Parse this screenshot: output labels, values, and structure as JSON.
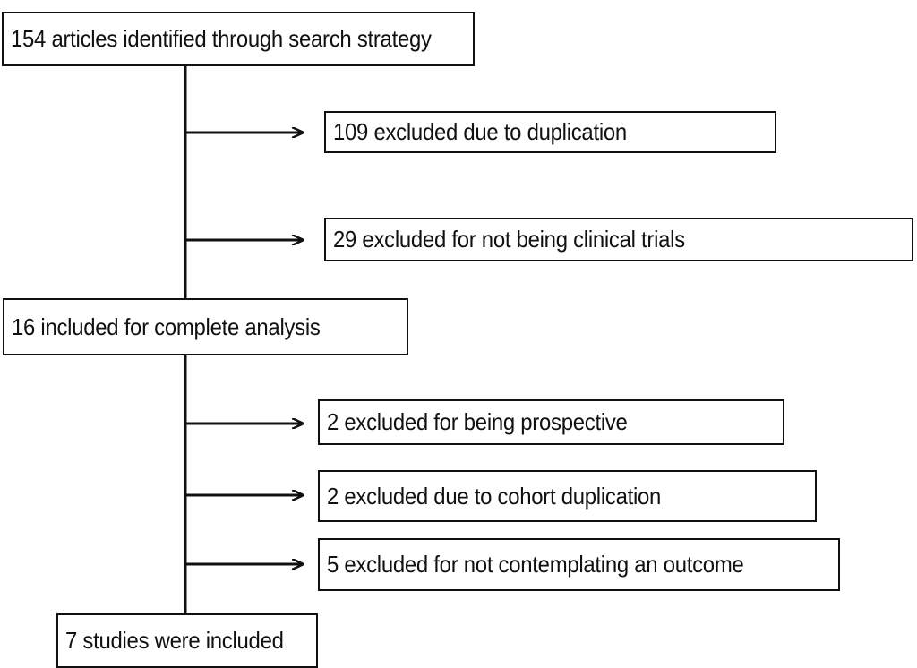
{
  "flowchart": {
    "identified": "154 articles identified through search strategy",
    "excluded_duplication": "109 excluded due to duplication",
    "excluded_not_clinical": "29 excluded for not being clinical trials",
    "included_complete": "16 included for complete analysis",
    "excluded_prospective": "2 excluded for being prospective",
    "excluded_cohort_duplication": "2 excluded due to cohort duplication",
    "excluded_no_outcome": "5 excluded for not contemplating an outcome",
    "final_included": "7 studies were included"
  },
  "colors": {
    "line": "#111111",
    "box_border": "#111111",
    "background": "#ffffff"
  }
}
